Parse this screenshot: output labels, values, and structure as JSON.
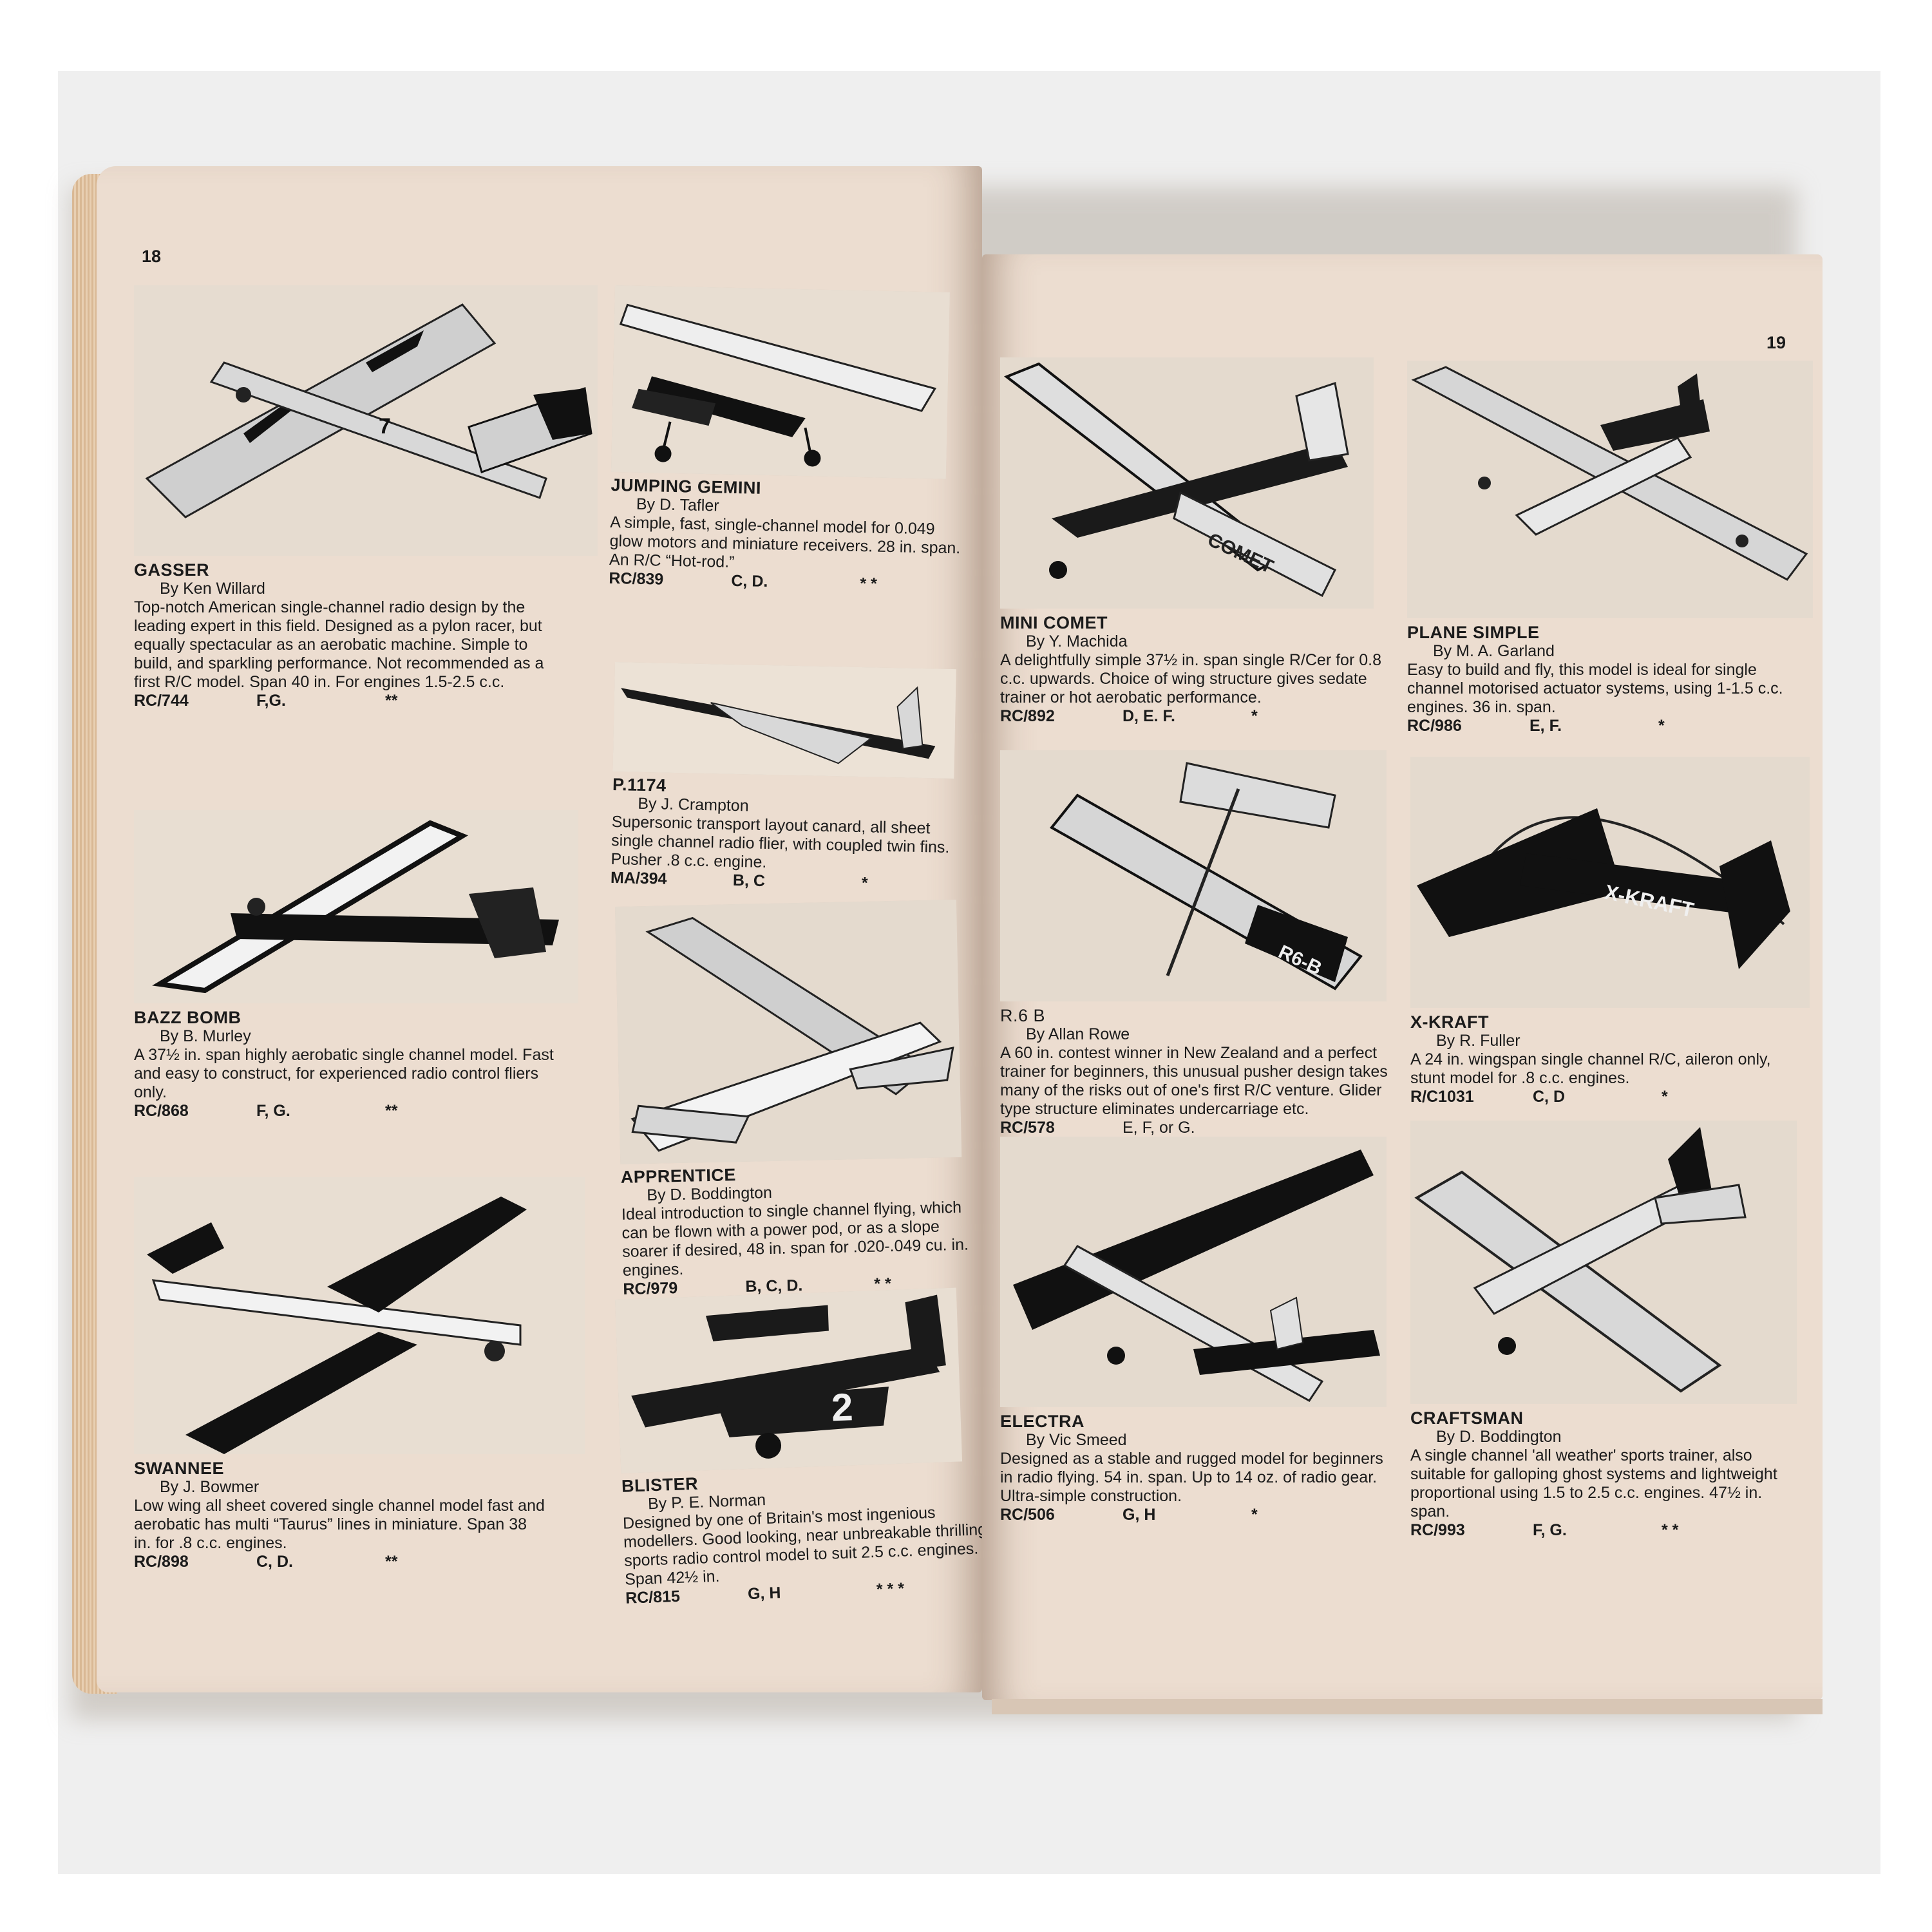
{
  "left_page_number": "18",
  "right_page_number": "19",
  "entries": [
    {
      "title": "GASSER",
      "author": "By Ken Willard",
      "desc": "Top-notch American single-channel radio design by the leading expert in this field. Designed as a pylon racer, but equally spectacular as an aerobatic machine. Simple to build, and sparkling performance. Not recommended as a first R/C model. Span 40 in. For engines 1.5-2.5 c.c.",
      "code": "RC/744",
      "engines": "F,G.",
      "stars": "**"
    },
    {
      "title": "JUMPING GEMINI",
      "author": "By D. Tafler",
      "desc": "A simple, fast, single-channel model for 0.049 glow motors and miniature receivers. 28 in. span. An R/C “Hot-rod.”",
      "code": "RC/839",
      "engines": "C, D.",
      "stars": "* *"
    },
    {
      "title": "P.1174",
      "author": "By J. Crampton",
      "desc": "Supersonic transport layout canard, all sheet single channel radio flier, with coupled twin fins. Pusher .8 c.c. engine.",
      "code": "MA/394",
      "engines": "B, C",
      "stars": "*"
    },
    {
      "title": "BAZZ BOMB",
      "author": "By B. Murley",
      "desc": "A 37½ in. span highly aerobatic single channel model. Fast and easy to construct, for experienced radio control fliers only.",
      "code": "RC/868",
      "engines": "F, G.",
      "stars": "**"
    },
    {
      "title": "APPRENTICE",
      "author": "By D. Boddington",
      "desc": "Ideal introduction to single channel flying, which can be flown with a power pod, or as a slope soarer if desired, 48 in. span for .020-.049 cu. in. engines.",
      "code": "RC/979",
      "engines": "B, C, D.",
      "stars": "* *"
    },
    {
      "title": "SWANNEE",
      "author": "By J. Bowmer",
      "desc": "Low wing all sheet covered single channel model fast and aerobatic has multi “Taurus” lines in miniature. Span 38 in. for .8 c.c. engines.",
      "code": "RC/898",
      "engines": "C, D.",
      "stars": "**"
    },
    {
      "title": "BLISTER",
      "author": "By P. E. Norman",
      "desc": "Designed by one of Britain's most ingenious modellers. Good looking, near unbreakable thrilling sports radio control model to suit 2.5 c.c. engines. Span 42½ in.",
      "code": "RC/815",
      "engines": "G, H",
      "stars": "* * *"
    },
    {
      "title": "MINI COMET",
      "author": "By Y. Machida",
      "desc": "A delightfully simple 37½ in. span single R/Cer for 0.8 c.c. upwards. Choice of wing structure gives sedate trainer or hot aerobatic performance.",
      "code": "RC/892",
      "engines": "D, E. F.",
      "stars": "*"
    },
    {
      "title": "PLANE SIMPLE",
      "author": "By M. A. Garland",
      "desc": "Easy to build and fly, this model is ideal for single channel motorised actuator systems, using 1-1.5 c.c. engines. 36 in. span.",
      "code": "RC/986",
      "engines": "E, F.",
      "stars": "*"
    },
    {
      "title": "R.6 B",
      "author": "By Allan Rowe",
      "desc": "A 60 in. contest winner in New Zealand and a perfect trainer for beginners, this unusual pusher design takes many of the risks out of one's first R/C venture. Glider type structure eliminates undercarriage etc.",
      "code": "RC/578",
      "engines": "E, F, or G.",
      "stars": ""
    },
    {
      "title": "X-KRAFT",
      "author": "By R. Fuller",
      "desc": "A 24 in. wingspan single channel R/C, aileron only, stunt model for .8 c.c. engines.",
      "code": "R/C1031",
      "engines": "C, D",
      "stars": "*"
    },
    {
      "title": "ELECTRA",
      "author": "By Vic Smeed",
      "desc": "Designed as a stable and rugged model for beginners in radio flying. 54 in. span. Up to 14 oz. of radio gear. Ultra-simple construction.",
      "code": "RC/506",
      "engines": "G, H",
      "stars": "*"
    },
    {
      "title": "CRAFTSMAN",
      "author": "By D. Boddington",
      "desc": "A single channel 'all weather' sports trainer, also suitable for galloping ghost systems and lightweight proportional using 1.5 to 2.5 c.c. engines. 47½ in. span.",
      "code": "RC/993",
      "engines": "F, G.",
      "stars": "* *"
    }
  ],
  "photo_labels": {
    "gasser_fuselage_number": "7",
    "mini_comet_fuselage": "COMET",
    "r6b_fuselage": "R6-B",
    "xkraft_fuselage": "X-KRAFT",
    "blister_number": "2"
  }
}
